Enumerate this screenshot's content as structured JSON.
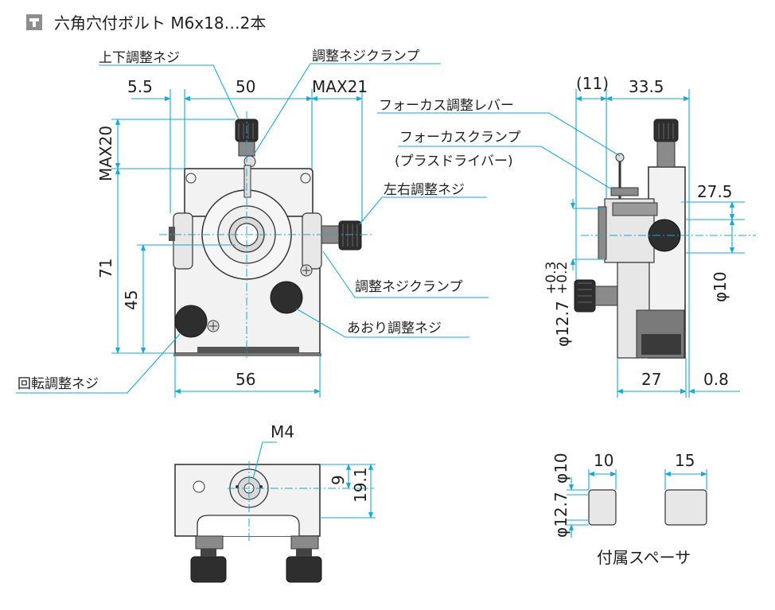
{
  "header": {
    "icon": "hex-bolt-icon",
    "title": "六角穴付ボルト M6x18…2本"
  },
  "front_view": {
    "dims": {
      "d5_5": "5.5",
      "d50": "50",
      "max21": "MAX21",
      "max20": "MAX20",
      "d71": "71",
      "d45": "45",
      "d56": "56"
    },
    "labels": {
      "vertical_adjust": "上下調整ネジ",
      "clamp_top": "調整ネジクランプ",
      "lateral_adjust": "左右調整ネジ",
      "clamp_right": "調整ネジクランプ",
      "tilt_adjust": "あおり調整ネジ",
      "rotation_adjust": "回転調整ネジ"
    }
  },
  "side_view": {
    "dims": {
      "d11": "(11)",
      "d33_5": "33.5",
      "d27_5": "27.5",
      "phi10": "φ10",
      "phi12_7": "φ12.7",
      "tol_plus": "+0.3",
      "tol_minus": "+0.2",
      "d27": "27",
      "d0_8": "0.8"
    },
    "labels": {
      "focus_lever": "フォーカス調整レバー",
      "focus_clamp": "フォーカスクランプ",
      "focus_clamp_note": "(プラスドライバー)"
    }
  },
  "bottom_view": {
    "dims": {
      "m4": "M4",
      "d9": "9",
      "d19_1": "19.1"
    }
  },
  "spacers": {
    "caption": "付属スペーサ",
    "phi10": "φ10",
    "phi12_7": "φ12.7",
    "w10": "10",
    "w15": "15"
  }
}
